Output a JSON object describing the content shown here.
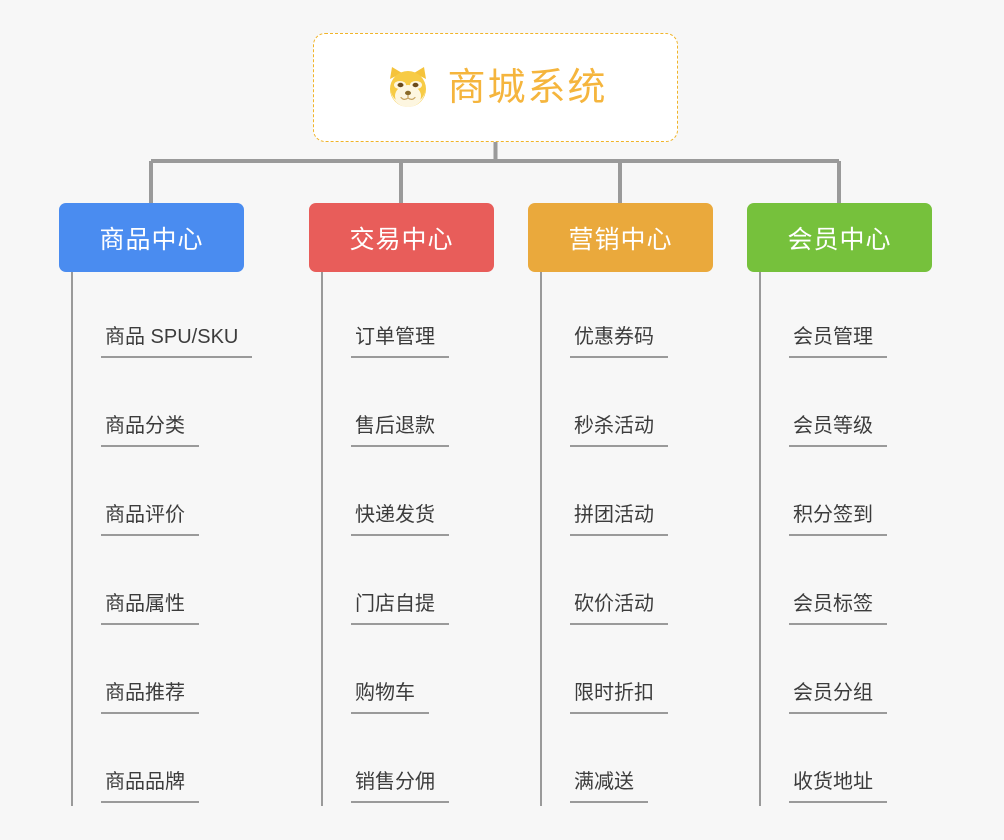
{
  "page": {
    "background_color": "#f7f7f7",
    "type": "mindmap"
  },
  "root": {
    "title": "商城系统",
    "icon": "shiba-dog-face-emoji",
    "text_color": "#f5b53d",
    "border_color": "#f0b429",
    "background_color": "#ffffff"
  },
  "branches": [
    {
      "label": "商品中心",
      "color": "#4a8cf0",
      "items": [
        "商品 SPU/SKU",
        "商品分类",
        "商品评价",
        "商品属性",
        "商品推荐",
        "商品品牌"
      ]
    },
    {
      "label": "交易中心",
      "color": "#e85d5a",
      "items": [
        "订单管理",
        "售后退款",
        "快递发货",
        "门店自提",
        "购物车",
        "销售分佣"
      ]
    },
    {
      "label": "营销中心",
      "color": "#eaa93c",
      "items": [
        "优惠券码",
        "秒杀活动",
        "拼团活动",
        "砍价活动",
        "限时折扣",
        "满减送"
      ]
    },
    {
      "label": "会员中心",
      "color": "#76c13c",
      "items": [
        "会员管理",
        "会员等级",
        "积分签到",
        "会员标签",
        "会员分组",
        "收货地址"
      ]
    }
  ],
  "connector": {
    "color": "#9a9a9a"
  }
}
